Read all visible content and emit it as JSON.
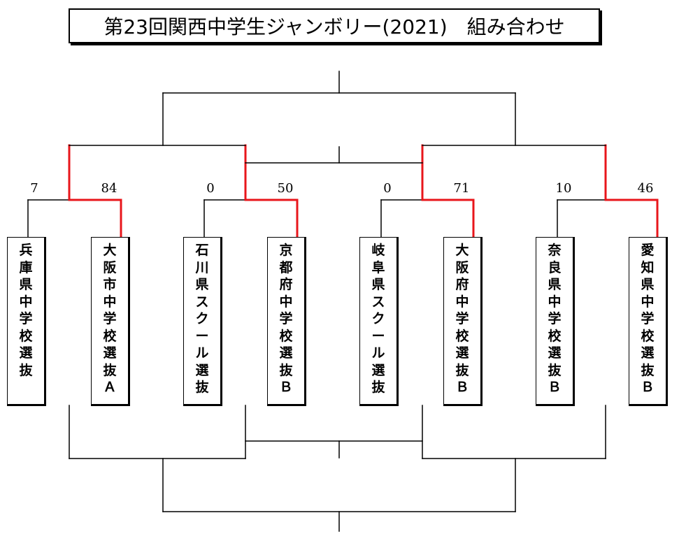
{
  "title": "第23回関西中学生ジャンボリー(2021)　組み合わせ",
  "colors": {
    "line": "#000000",
    "winner_line": "#e8161b"
  },
  "matches": [
    {
      "team_a": "兵庫県中学校選抜",
      "score_a": "7",
      "team_b": "大阪市中学校選抜Ａ",
      "score_b": "84",
      "winner": "b"
    },
    {
      "team_a": "石川県スクール選抜",
      "score_a": "0",
      "team_b": "京都府中学校選抜Ｂ",
      "score_b": "50",
      "winner": "b"
    },
    {
      "team_a": "岐阜県スクール選抜",
      "score_a": "0",
      "team_b": "大阪府中学校選抜Ｂ",
      "score_b": "71",
      "winner": "b"
    },
    {
      "team_a": "奈良県中学校選抜Ｂ",
      "score_a": "10",
      "team_b": "愛知県中学校選抜Ｂ",
      "score_b": "46",
      "winner": "b"
    }
  ]
}
